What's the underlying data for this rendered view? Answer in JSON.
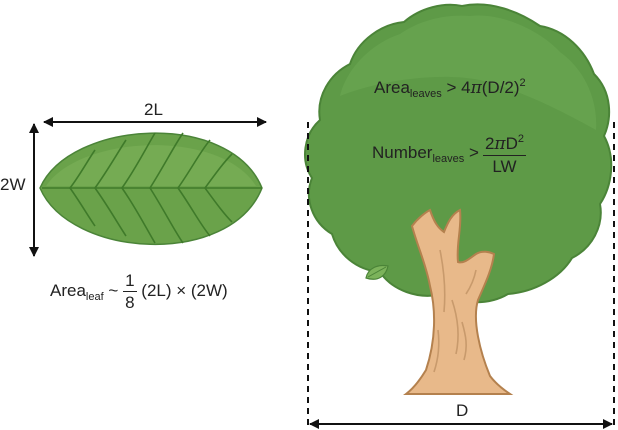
{
  "leaf": {
    "length_label": "2L",
    "width_label": "2W",
    "area_formula": {
      "prefix": "Area",
      "subscript": "leaf",
      "relation": "~",
      "frac_num": "1",
      "frac_den": "8",
      "factors": "(2L) × (2W)"
    }
  },
  "tree": {
    "diameter_label": "D",
    "area_formula": {
      "prefix": "Area",
      "subscript": "leaves",
      "relation": "> 4",
      "pi": "π",
      "rest": "(D/2)",
      "exponent": "2"
    },
    "number_formula": {
      "prefix": "Number",
      "subscript": "leaves",
      "relation": ">",
      "num_prefix": "2",
      "pi": "π",
      "num_var": "D",
      "num_exponent": "2",
      "den": "LW"
    }
  },
  "colors": {
    "leaf_fill": "#6aa24a",
    "leaf_vein": "#3f7a2a",
    "canopy_fill": "#5e9a47",
    "canopy_edge": "#4b8438",
    "trunk_fill": "#e8b98a",
    "trunk_edge": "#b4814e",
    "line": "#111111"
  }
}
